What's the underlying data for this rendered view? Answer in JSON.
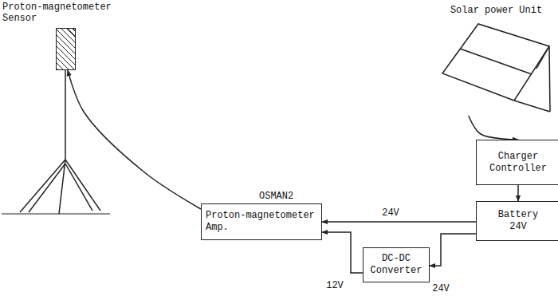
{
  "diagram": {
    "nodes": [
      {
        "text": [
          "Proton-magnetometer Sensor"
        ]
      },
      {
        "text": [
          "Solar power Unit"
        ]
      },
      {
        "text": [
          "Charger Controller"
        ]
      },
      {
        "text": [
          "Battery",
          "24V"
        ]
      },
      {
        "text": [
          "OSMAN2",
          "Proton-magnetometer Amp."
        ]
      },
      {
        "text": [
          "DC-DC Converter"
        ]
      }
    ],
    "edges": [
      {
        "from": 1,
        "to": 2,
        "arrow": "to"
      },
      {
        "from": 2,
        "to": 3,
        "arrow": "to"
      },
      {
        "from": 3,
        "to": 4,
        "label": "24V",
        "arrow": "to"
      },
      {
        "from": 3,
        "to": 5,
        "label": "24V",
        "arrow": "to"
      },
      {
        "from": 5,
        "to": 4,
        "label": "12V",
        "arrow": "to"
      },
      {
        "from": 4,
        "to": 0,
        "arrow": "to"
      }
    ]
  }
}
